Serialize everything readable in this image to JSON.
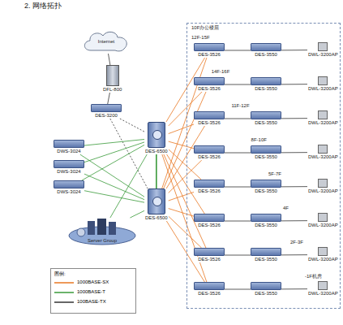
{
  "diagram": {
    "title": "2. 网络拓扑",
    "nodes": [
      {
        "text": [
          "Internet"
        ]
      },
      {
        "text": [
          "DFL-800"
        ]
      },
      {
        "text": [
          "DES-3200"
        ]
      },
      {
        "text": [
          "DES-6500"
        ]
      },
      {
        "text": [
          "DES-6500"
        ]
      },
      {
        "text": [
          "DWS-3024"
        ]
      },
      {
        "text": [
          "DWS-3024"
        ]
      },
      {
        "text": [
          "DWS-3024"
        ]
      },
      {
        "text": [
          "Server Group"
        ]
      },
      {
        "text": [
          "10F办公楼层"
        ]
      },
      {
        "text": [
          "DES-3526"
        ],
        "in": 9
      },
      {
        "text": [
          "DES-3550"
        ],
        "in": 9
      },
      {
        "text": [
          "DWL-3200AP"
        ],
        "in": 9
      },
      {
        "text": [
          "DES-3526"
        ],
        "in": 9
      },
      {
        "text": [
          "DES-3550"
        ],
        "in": 9
      },
      {
        "text": [
          "DWL-3200AP"
        ],
        "in": 9
      },
      {
        "text": [
          "DES-3526"
        ],
        "in": 9
      },
      {
        "text": [
          "DES-3550"
        ],
        "in": 9
      },
      {
        "text": [
          "DWL-3200AP"
        ],
        "in": 9
      },
      {
        "text": [
          "DES-3526"
        ],
        "in": 9
      },
      {
        "text": [
          "DES-3550"
        ],
        "in": 9
      },
      {
        "text": [
          "DWL-3200AP"
        ],
        "in": 9
      },
      {
        "text": [
          "DES-3526"
        ],
        "in": 9
      },
      {
        "text": [
          "DES-3550"
        ],
        "in": 9
      },
      {
        "text": [
          "DWL-3200AP"
        ],
        "in": 9
      },
      {
        "text": [
          "DES-3526"
        ],
        "in": 9
      },
      {
        "text": [
          "DES-3550"
        ],
        "in": 9
      },
      {
        "text": [
          "DWL-3200AP"
        ],
        "in": 9
      },
      {
        "text": [
          "DES-3526"
        ],
        "in": 9
      },
      {
        "text": [
          "DES-3550"
        ],
        "in": 9
      },
      {
        "text": [
          "DWL-3200AP"
        ],
        "in": 9
      },
      {
        "text": [
          "DES-3526"
        ],
        "in": 9
      },
      {
        "text": [
          "DES-3550"
        ],
        "in": 9
      },
      {
        "text": [
          "DWL-3200AP"
        ],
        "in": 9
      }
    ],
    "edges": [
      {
        "from": 0,
        "to": 1,
        "arrow": "none"
      },
      {
        "from": 1,
        "to": 2,
        "arrow": "none"
      },
      {
        "from": 2,
        "to": 3,
        "arrow": "none"
      },
      {
        "from": 2,
        "to": 4,
        "arrow": "none"
      },
      {
        "from": 3,
        "to": 4,
        "arrow": "none"
      },
      {
        "from": 3,
        "to": 5,
        "arrow": "none"
      },
      {
        "from": 3,
        "to": 6,
        "arrow": "none"
      },
      {
        "from": 3,
        "to": 7,
        "arrow": "none"
      },
      {
        "from": 4,
        "to": 5,
        "arrow": "none"
      },
      {
        "from": 4,
        "to": 6,
        "arrow": "none"
      },
      {
        "from": 4,
        "to": 7,
        "arrow": "none"
      },
      {
        "from": 3,
        "to": 8,
        "arrow": "none"
      },
      {
        "from": 4,
        "to": 8,
        "arrow": "none"
      },
      {
        "from": 3,
        "to": 10,
        "arrow": "none"
      },
      {
        "from": 4,
        "to": 10,
        "arrow": "none"
      },
      {
        "from": 10,
        "to": 11,
        "arrow": "none"
      },
      {
        "from": 11,
        "to": 12,
        "arrow": "none"
      },
      {
        "from": 3,
        "to": 13,
        "arrow": "none"
      },
      {
        "from": 4,
        "to": 13,
        "arrow": "none"
      },
      {
        "from": 13,
        "to": 14,
        "arrow": "none"
      },
      {
        "from": 14,
        "to": 15,
        "arrow": "none"
      },
      {
        "from": 3,
        "to": 16,
        "arrow": "none"
      },
      {
        "from": 4,
        "to": 16,
        "arrow": "none"
      },
      {
        "from": 16,
        "to": 17,
        "arrow": "none"
      },
      {
        "from": 17,
        "to": 18,
        "arrow": "none"
      },
      {
        "from": 3,
        "to": 19,
        "arrow": "none"
      },
      {
        "from": 4,
        "to": 19,
        "arrow": "none"
      },
      {
        "from": 19,
        "to": 20,
        "arrow": "none"
      },
      {
        "from": 20,
        "to": 21,
        "arrow": "none"
      },
      {
        "from": 3,
        "to": 22,
        "arrow": "none"
      },
      {
        "from": 4,
        "to": 22,
        "arrow": "none"
      },
      {
        "from": 22,
        "to": 23,
        "arrow": "none"
      },
      {
        "from": 23,
        "to": 24,
        "arrow": "none"
      },
      {
        "from": 3,
        "to": 25,
        "arrow": "none"
      },
      {
        "from": 4,
        "to": 25,
        "arrow": "none"
      },
      {
        "from": 25,
        "to": 26,
        "arrow": "none"
      },
      {
        "from": 26,
        "to": 27,
        "arrow": "none"
      },
      {
        "from": 3,
        "to": 28,
        "arrow": "none"
      },
      {
        "from": 4,
        "to": 28,
        "arrow": "none"
      },
      {
        "from": 28,
        "to": 29,
        "arrow": "none"
      },
      {
        "from": 29,
        "to": 30,
        "arrow": "none"
      },
      {
        "from": 3,
        "to": 31,
        "arrow": "none"
      },
      {
        "from": 4,
        "to": 31,
        "arrow": "none"
      },
      {
        "from": 31,
        "to": 32,
        "arrow": "none"
      },
      {
        "from": 32,
        "to": 33,
        "arrow": "none"
      }
    ],
    "labels": [
      "12F-15F",
      "14F-16F",
      "11F-12F",
      "8F-10F",
      "5F-7F",
      "4F",
      "2F-3F",
      "-1F机房",
      "图例:"
    ],
    "legend": [
      {
        "text": "1000BASE-SX"
      },
      {
        "text": "1000BASE-T"
      },
      {
        "text": "100BASE-TX"
      }
    ]
  }
}
